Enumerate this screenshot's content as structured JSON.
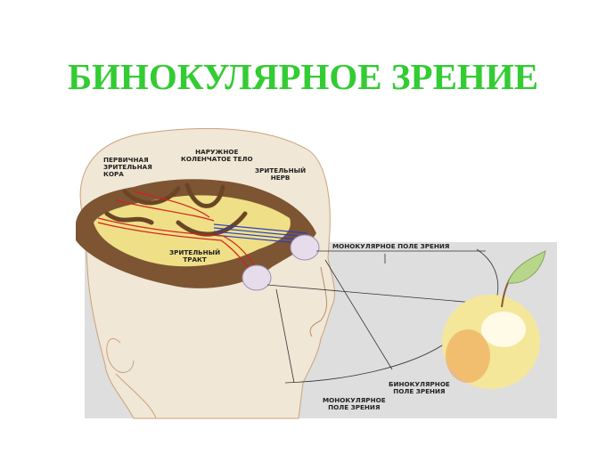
{
  "title": "БИНОКУЛЯРНОЕ ЗРЕНИЕ",
  "labels": {
    "primary_visual_cortex": [
      "ПЕРВИЧНАЯ",
      "ЗРИТЕЛЬНАЯ",
      "КОРА"
    ],
    "lateral_geniculate_body": [
      "НАРУЖНОЕ",
      "КОЛЕНЧАТОЕ ТЕЛО"
    ],
    "optic_nerve": [
      "ЗРИТЕЛЬНЫЙ",
      "НЕРВ"
    ],
    "optic_tract": [
      "ЗРИТЕЛЬНЫЙ",
      "ТРАКТ"
    ],
    "monocular_field_top": "МОНОКУЛЯРНОЕ ПОЛЕ ЗРЕНИЯ",
    "binocular_field": [
      "БИНОКУЛЯРНОЕ",
      "ПОЛЕ ЗРЕНИЯ"
    ],
    "monocular_field_bottom": [
      "МОНОКУЛЯРНОЕ",
      "ПОЛЕ ЗРЕНИЯ"
    ]
  },
  "colors": {
    "title": "#33cc33",
    "panel": "#dedede",
    "skin": "#f3e6cf",
    "brain_dark": "#7a5230",
    "brain_light": "#f0e08a",
    "nerve_red": "#d42020",
    "nerve_blue": "#2b3fc4",
    "apple": "#f4e79a"
  }
}
